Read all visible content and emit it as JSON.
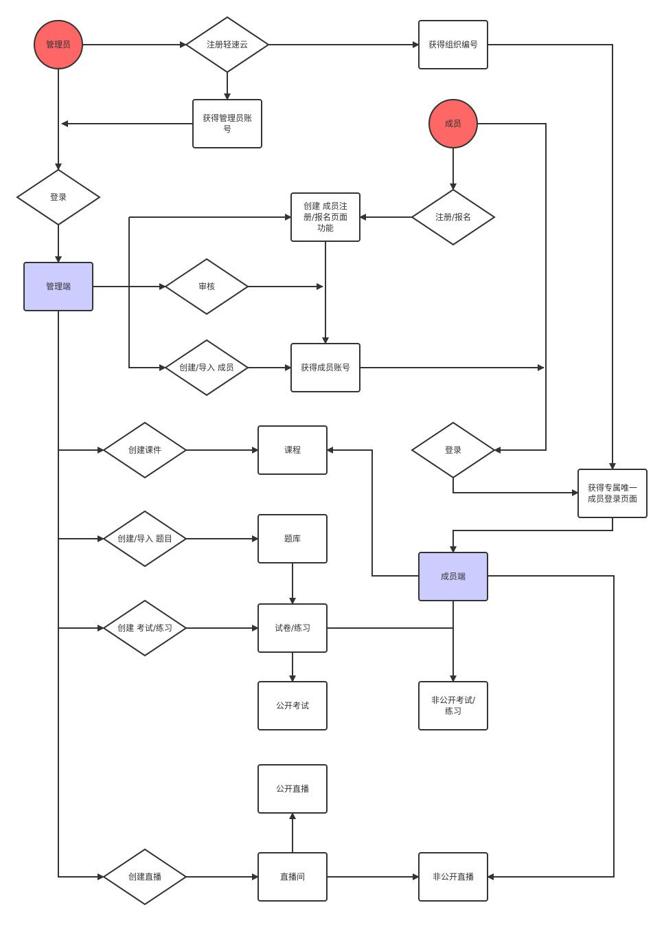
{
  "colors": {
    "start_node": "#ff6666",
    "terminal_node": "#ccccff",
    "default_node": "#ffffff",
    "stroke": "#333333"
  },
  "nodes": {
    "admin": {
      "type": "circle",
      "lines": [
        "管理员"
      ],
      "color": "start_node"
    },
    "register_cloud": {
      "type": "diamond",
      "lines": [
        "注册轻速云"
      ]
    },
    "get_org_id": {
      "type": "rect",
      "lines": [
        "获得组织编号"
      ]
    },
    "get_admin_account": {
      "type": "rect",
      "lines": [
        "获得管理员账",
        "号"
      ]
    },
    "member": {
      "type": "circle",
      "lines": [
        "成员"
      ],
      "color": "start_node"
    },
    "admin_login": {
      "type": "diamond",
      "lines": [
        "登录"
      ]
    },
    "admin_console": {
      "type": "rect",
      "lines": [
        "管理端"
      ],
      "color": "terminal_node"
    },
    "create_signup_page": {
      "type": "rect",
      "lines": [
        "创建 成员注",
        "册/报名页面",
        "功能"
      ]
    },
    "signup": {
      "type": "diamond",
      "lines": [
        "注册/报名"
      ]
    },
    "review": {
      "type": "diamond",
      "lines": [
        "审核"
      ]
    },
    "import_members": {
      "type": "diamond",
      "lines": [
        "创建/导入 成员"
      ]
    },
    "get_member_account": {
      "type": "rect",
      "lines": [
        "获得成员账号"
      ]
    },
    "create_courseware": {
      "type": "diamond",
      "lines": [
        "创建课件"
      ]
    },
    "course": {
      "type": "rect",
      "lines": [
        "课程"
      ]
    },
    "member_login": {
      "type": "diamond",
      "lines": [
        "登录"
      ]
    },
    "member_login_page": {
      "type": "rect",
      "lines": [
        "获得专属唯一",
        "成员登录页面"
      ]
    },
    "import_questions": {
      "type": "diamond",
      "lines": [
        "创建/导入 题目"
      ]
    },
    "question_bank": {
      "type": "rect",
      "lines": [
        "题库"
      ]
    },
    "member_console": {
      "type": "rect",
      "lines": [
        "成员端"
      ],
      "color": "terminal_node"
    },
    "create_exam": {
      "type": "diamond",
      "lines": [
        "创建 考试/练习"
      ]
    },
    "exam_paper": {
      "type": "rect",
      "lines": [
        "试卷/练习"
      ]
    },
    "public_exam": {
      "type": "rect",
      "lines": [
        "公开考试"
      ]
    },
    "private_exam": {
      "type": "rect",
      "lines": [
        "非公开考试/",
        "练习"
      ]
    },
    "public_live": {
      "type": "rect",
      "lines": [
        "公开直播"
      ]
    },
    "create_live": {
      "type": "diamond",
      "lines": [
        "创建直播"
      ]
    },
    "live_room": {
      "type": "rect",
      "lines": [
        "直播间"
      ]
    },
    "private_live": {
      "type": "rect",
      "lines": [
        "非公开直播"
      ]
    }
  }
}
